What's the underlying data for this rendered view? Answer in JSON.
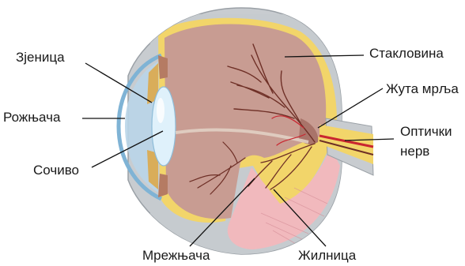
{
  "labels": {
    "zjenica": "Зјеница",
    "rozhnjacha": "Рожњача",
    "sochivo": "Сочиво",
    "staklovina": "Стакловина",
    "zhuta_mrlja": "Жута мрља",
    "opticki": "Оптички",
    "nerv": "нерв",
    "mrezhnjacha": "Мрежњача",
    "zhilnica": "Жилница"
  },
  "colors": {
    "vitreous": "#c89c92",
    "sclera": "#c8ccd0",
    "retina_yellow": "#f2d56a",
    "choroid_pink": "#f1b9bd",
    "lens": "#dff1fb",
    "iris": "#d9ad5a",
    "cornea": "#b9d5e8",
    "vessel": "#6e2f26",
    "artery": "#c92630",
    "leader": "#111111"
  }
}
